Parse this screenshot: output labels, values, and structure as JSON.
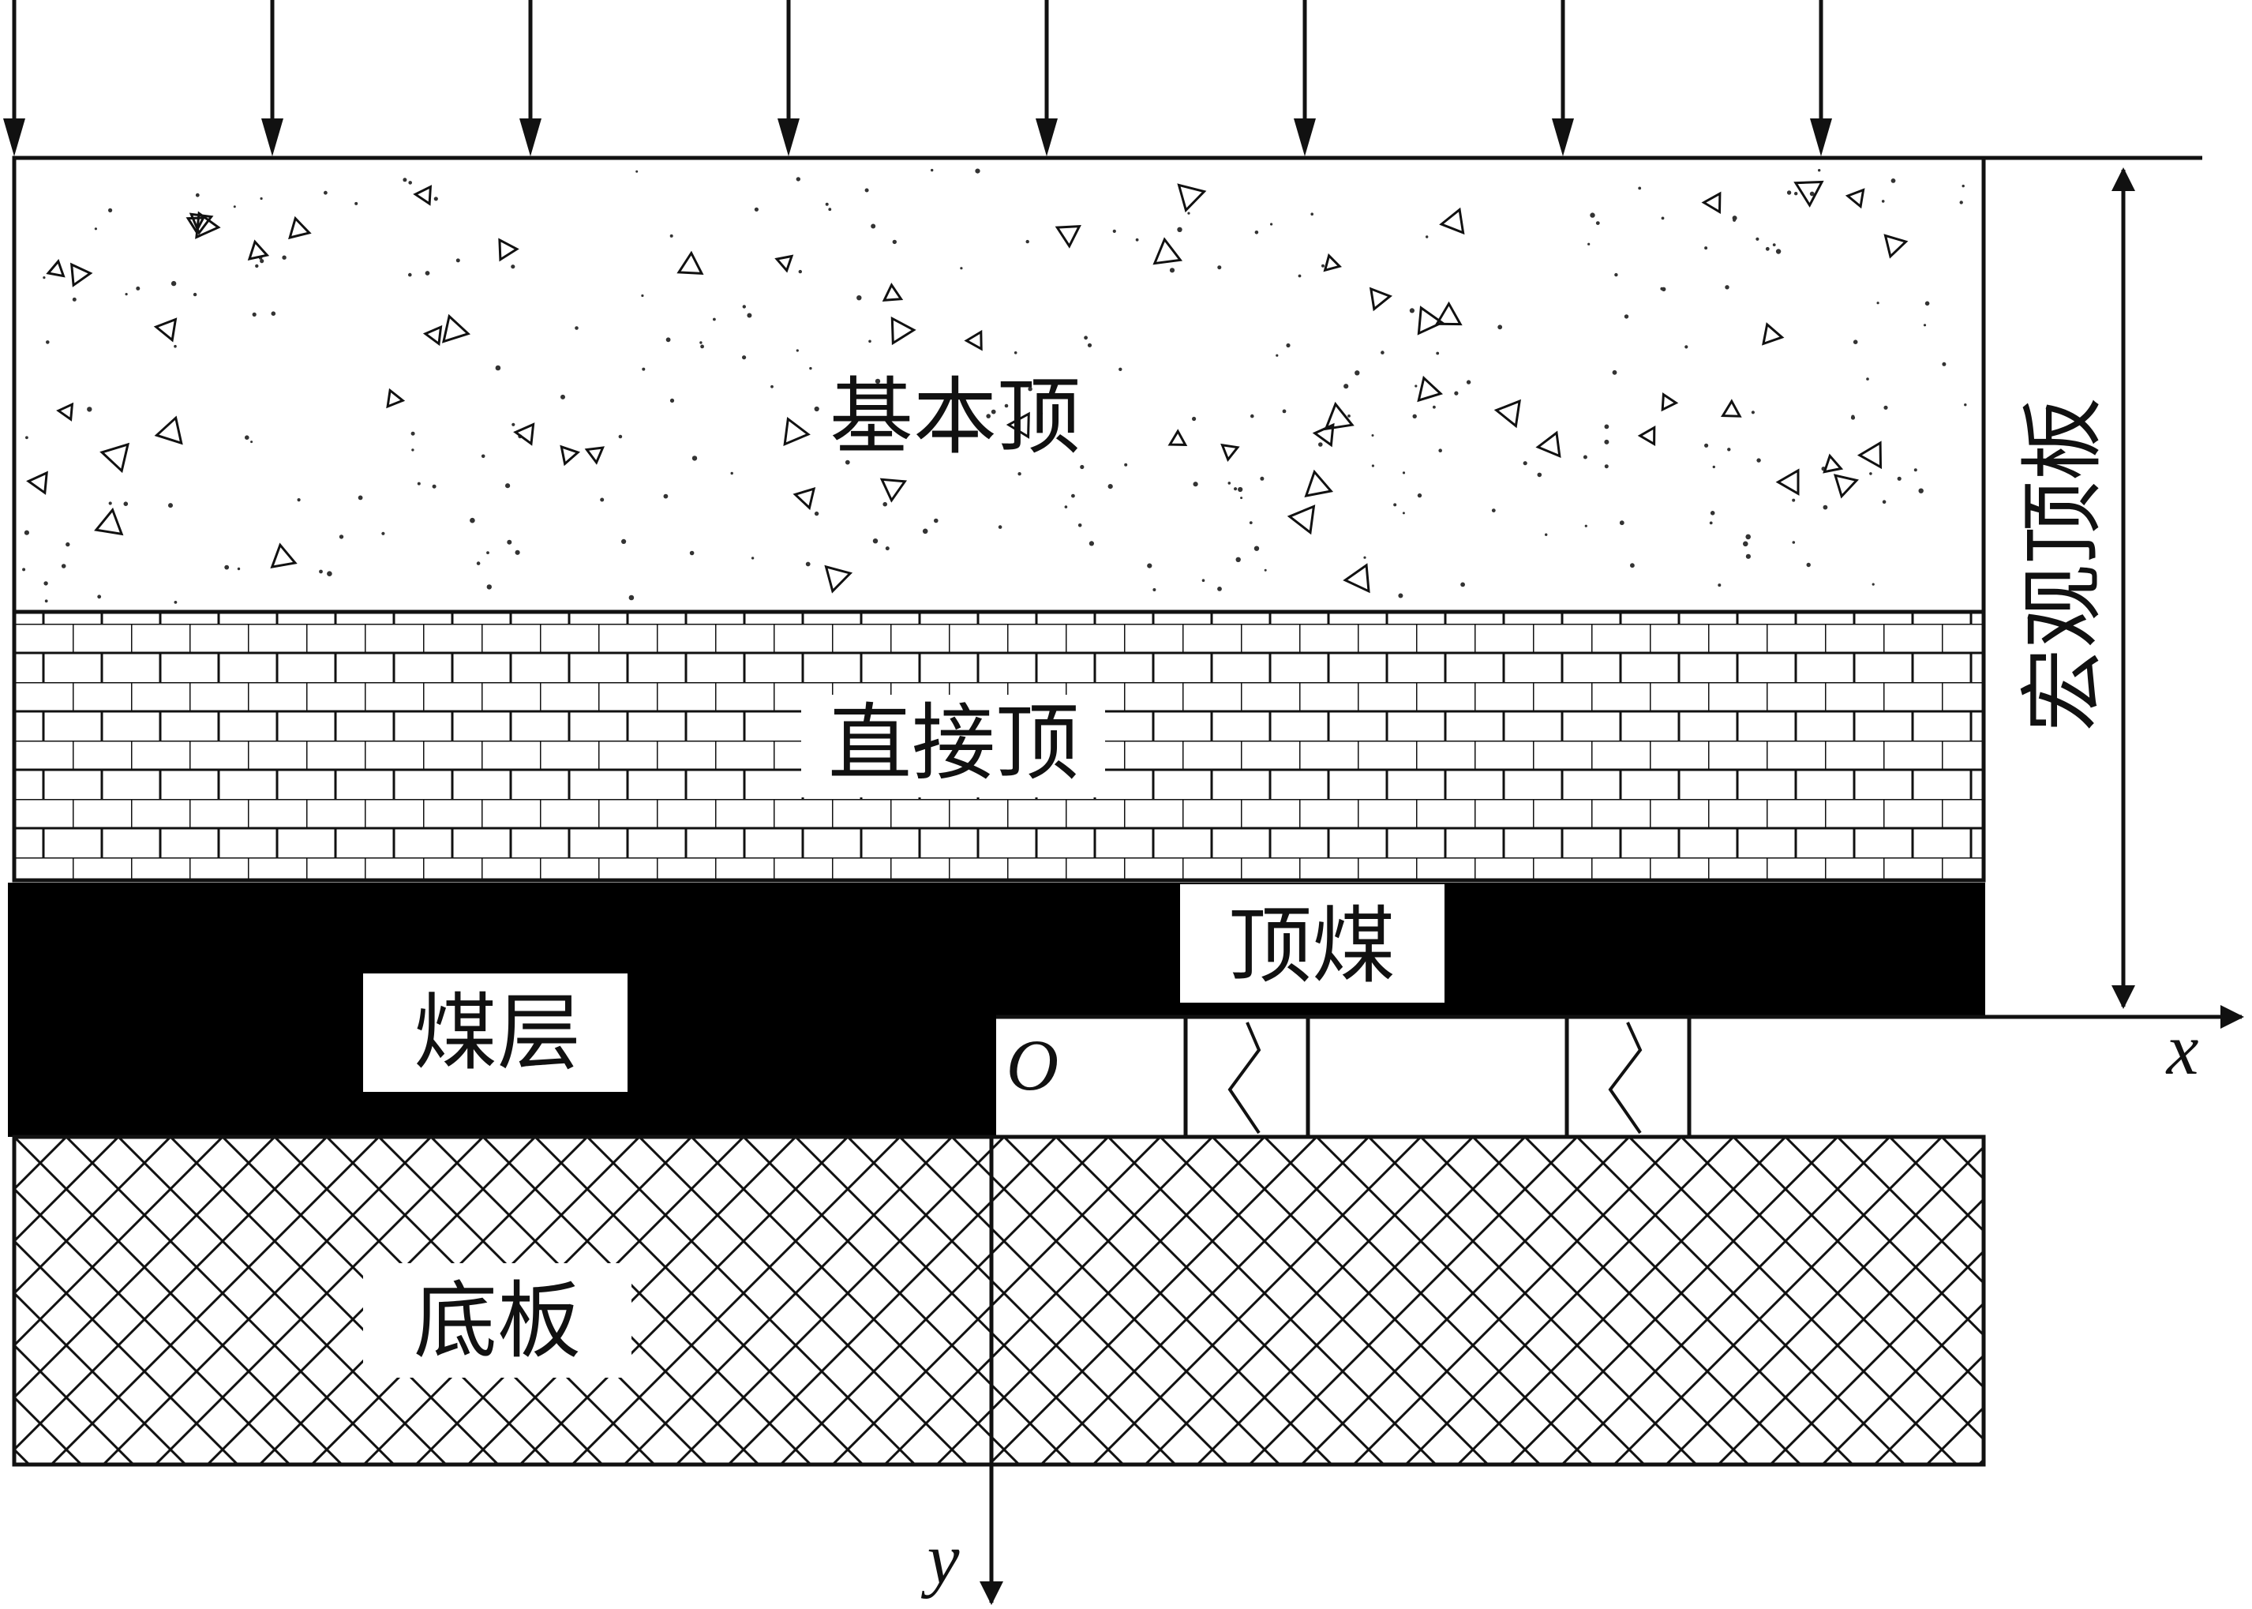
{
  "labels": {
    "basic_roof": "基本顶",
    "immediate_roof": "直接顶",
    "top_coal": "顶煤",
    "coal_seam": "煤层",
    "floor": "底板",
    "macro_roof": "宏观顶板",
    "origin": "O",
    "x_axis": "x",
    "y_axis": "y"
  },
  "colors": {
    "line": "#111111",
    "coal": "#000000",
    "background": "#ffffff"
  }
}
